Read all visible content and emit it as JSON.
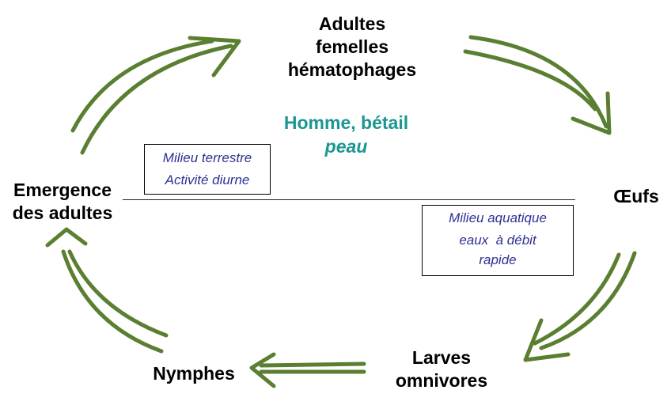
{
  "stages": {
    "adults": [
      "Adultes",
      "femelles",
      "hématophages"
    ],
    "eggs": [
      "Œufs"
    ],
    "larvae": [
      "Larves",
      "omnivores"
    ],
    "nymphs": [
      "Nymphes"
    ],
    "emergence": [
      "Emergence",
      "des adultes"
    ]
  },
  "host": {
    "line1": "Homme, bétail",
    "line2": "peau"
  },
  "terrestrial_box": {
    "line1": "Milieu terrestre",
    "line2": "Activité diurne"
  },
  "aquatic_box": {
    "line1": "Milieu aquatique",
    "line2": "eaux  à débit",
    "line3": "rapide"
  },
  "colors": {
    "arrow": "#5a7f31",
    "host_text": "#1b9691",
    "box_text": "#2e3192"
  }
}
